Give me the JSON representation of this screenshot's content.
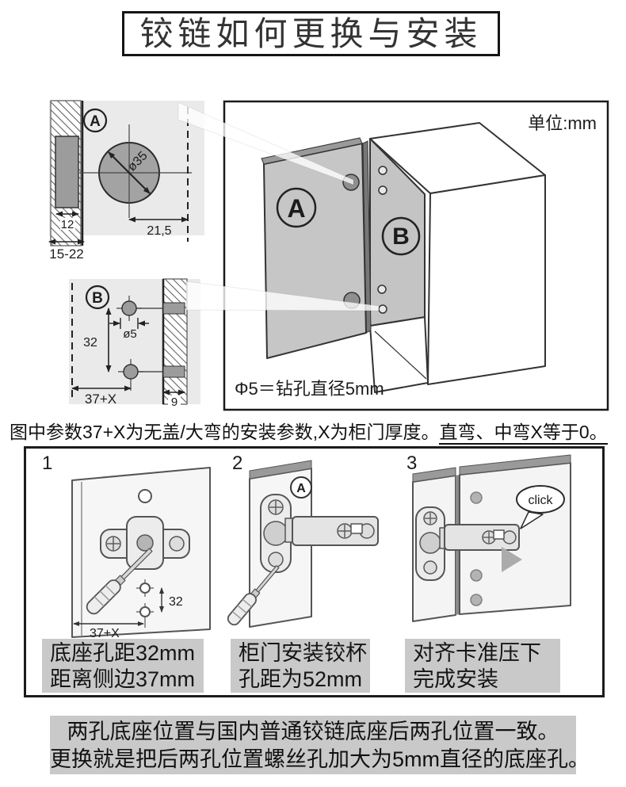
{
  "title": "铰链如何更换与安装",
  "top_figure": {
    "unit_label": "单位:mm",
    "drill_note": "Φ5＝钻孔直径5mm",
    "door_label": "A",
    "cabinet_label": "B",
    "detail_a": {
      "label": "A",
      "cup_diameter": "ø35",
      "center_offset": "21,5",
      "cup_width": "12",
      "edge_range": "15-22"
    },
    "detail_b": {
      "label": "B",
      "hole_pitch": "32",
      "hole_diameter": "ø5",
      "side_offset": "37+X",
      "edge_offset": "9"
    }
  },
  "note": {
    "plain": "图中参数37+X为无盖/大弯的安装参数,X为柜门厚度。",
    "underlined": "直弯、中弯X等于0。"
  },
  "steps": [
    {
      "num": "1",
      "pitch": "32",
      "offset": "37+X",
      "caption_line1": "底座孔距32mm",
      "caption_line2": "距离侧边37mm"
    },
    {
      "num": "2",
      "badge": "A",
      "caption_line1": "柜门安装铰杯",
      "caption_line2": "孔距为52mm"
    },
    {
      "num": "3",
      "bubble": "click",
      "caption_line1": "对齐卡准压下",
      "caption_line2": "完成安装"
    }
  ],
  "footer": {
    "line1": "两孔底座位置与国内普通铰链底座后两孔位置一致。",
    "line2": "更换就是把后两孔位置螺丝孔加大为5mm直径的底座孔。"
  },
  "colors": {
    "panel_gray": "#c6c6c6",
    "hole_gray": "#8f8f8f",
    "caption_bg": "#c9c9c9",
    "detail_bg": "#eaeaea",
    "line_black": "#1c1c1c"
  }
}
